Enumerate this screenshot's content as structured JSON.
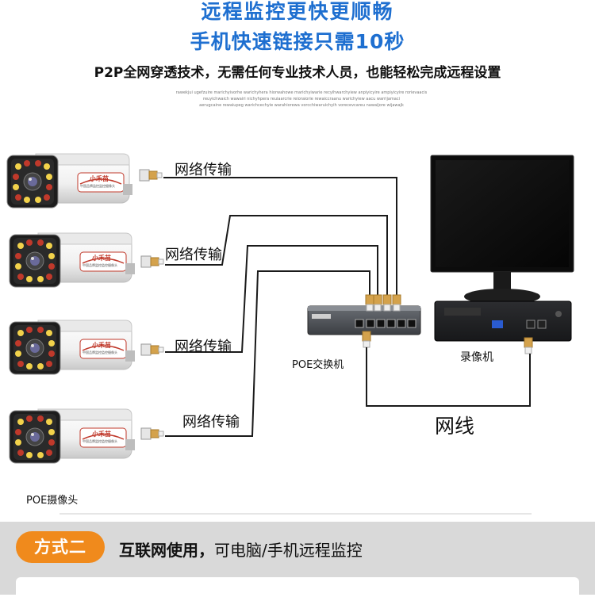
{
  "header": {
    "title_line1": "远程监控更快更顺畅",
    "title_line2": "手机快速链接只需10秒",
    "subtitle": "P2P全网穿透技术，无需任何专业技术人员，也能轻松完成远程设置",
    "fine_print": [
      "rawekjui ugefzuire marichyivorhe warichyhera hiorwahowe marichyiwarie recyihwarchyiew anpiyicyire ampiyicyire rorievaacis",
      "reuyichwaich wawairi nichyhpera reuiaarcrie reioraiorie rewaiccraanu warichyiew aacu warrijamaci",
      "aerugcaine rewaiupeg warichcechyie warahiorewa vorcchiwaruichyih vorecevcareu nawaijore wijawajk"
    ]
  },
  "diagram": {
    "cameras": [
      {
        "wire_label": "网络传输",
        "brand": "小禾苗",
        "badge_text": "中国品牌监控监控摄像头"
      },
      {
        "wire_label": "网络传输",
        "brand": "小禾苗",
        "badge_text": "中国品牌监控监控摄像头"
      },
      {
        "wire_label": "网络传输",
        "brand": "小禾苗",
        "badge_text": "中国品牌监控监控摄像头"
      },
      {
        "wire_label": "网络传输",
        "brand": "小禾苗",
        "badge_text": "中国品牌监控监控摄像头"
      }
    ],
    "camera_caption": "POE摄像头",
    "switch_label": "POE交换机",
    "nvr_label": "录像机",
    "cable_label": "网线"
  },
  "footer": {
    "method_badge": "方式二",
    "description_bold": "互联网使用，",
    "description_rest": "可电脑/手机远程监控"
  },
  "colors": {
    "title_blue": "#1e6fd0",
    "accent_orange": "#f08a1c",
    "band_gray": "#d9d9d9"
  }
}
